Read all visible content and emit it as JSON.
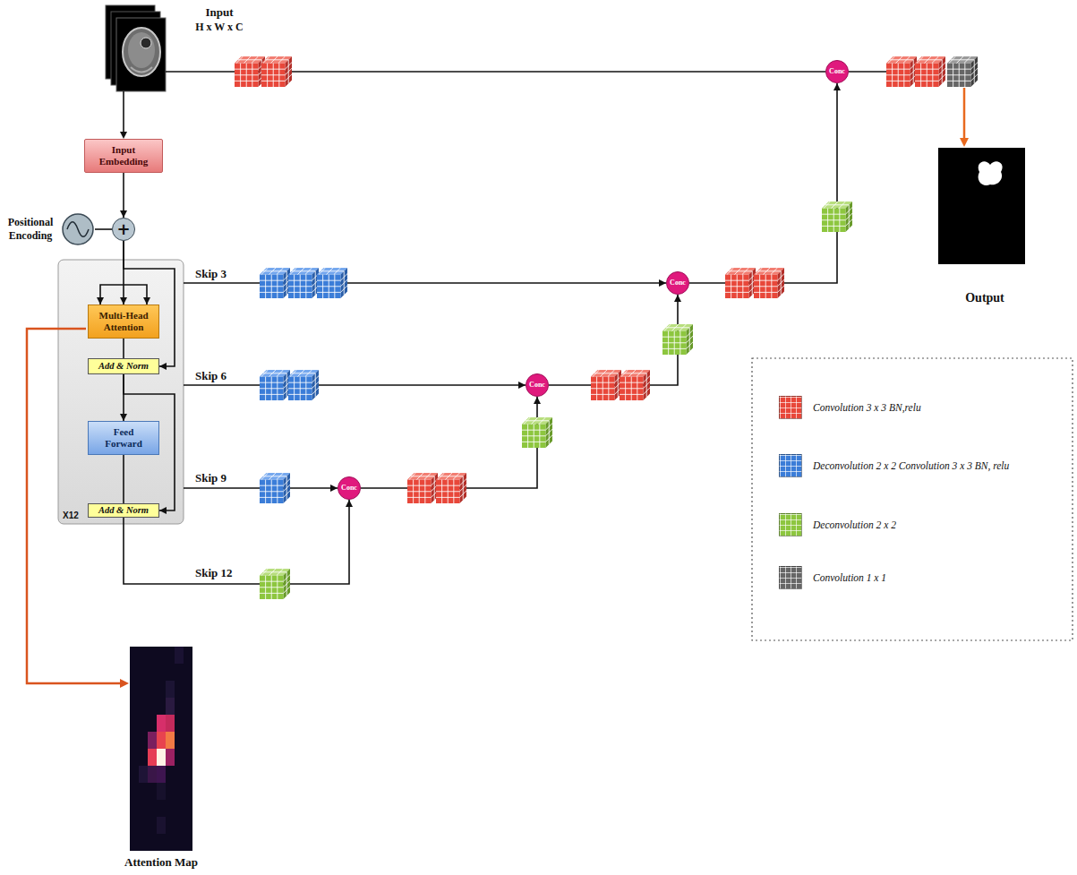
{
  "diagram": {
    "nodes": [
      {
        "text": [
          "Input Embedding"
        ]
      },
      {
        "text": [
          "Positional Encoding"
        ]
      },
      {
        "text": [
          "+"
        ]
      },
      {
        "text": [
          "X12"
        ]
      },
      {
        "text": [
          "Multi-Head Attention"
        ],
        "in": 3
      },
      {
        "text": [
          "Add & Norm"
        ],
        "in": 3
      },
      {
        "text": [
          "Feed Forward"
        ],
        "in": 3
      },
      {
        "text": [
          "Add & Norm"
        ],
        "in": 3
      },
      {
        "text": [
          "Conc"
        ]
      },
      {
        "text": [
          "Conc"
        ]
      },
      {
        "text": [
          "Conc"
        ]
      },
      {
        "text": [
          "Conc"
        ]
      }
    ],
    "edges": [
      {
        "from": 0,
        "to": 2,
        "arrow": "to"
      },
      {
        "from": 1,
        "to": 2,
        "arrow": "none"
      },
      {
        "from": 2,
        "to": 4,
        "arrow": "to"
      },
      {
        "from": 4,
        "to": 5,
        "arrow": "none"
      },
      {
        "from": 5,
        "to": 6,
        "arrow": "to"
      },
      {
        "from": 6,
        "to": 7,
        "arrow": "none"
      },
      {
        "from": 2,
        "to": 5,
        "arrow": "to"
      },
      {
        "from": 5,
        "to": 7,
        "arrow": "to"
      },
      {
        "from": 3,
        "to": 9,
        "label": "Skip 3",
        "arrow": "to"
      },
      {
        "from": 3,
        "to": 10,
        "label": "Skip 6",
        "arrow": "to"
      },
      {
        "from": 3,
        "to": 11,
        "label": "Skip 9",
        "arrow": "to"
      },
      {
        "from": 7,
        "to": 11,
        "label": "Skip 12",
        "arrow": "to"
      },
      {
        "from": 11,
        "to": 10,
        "arrow": "to"
      },
      {
        "from": 10,
        "to": 9,
        "arrow": "to"
      },
      {
        "from": 9,
        "to": 8,
        "arrow": "to"
      }
    ],
    "labels": [
      "Input",
      "H x W x C",
      "Output",
      "Attention Map"
    ],
    "legend": [
      {
        "text": "Convolution 3 x 3 BN,relu",
        "color": "#e8473a"
      },
      {
        "text": "Deconvolution 2 x 2 Convolution 3 x 3 BN, relu",
        "color": "#3b7dd8"
      },
      {
        "text": "Deconvolution 2 x 2",
        "color": "#8dc63f"
      },
      {
        "text": "Convolution 1 x 1",
        "color": "#666666"
      }
    ]
  }
}
